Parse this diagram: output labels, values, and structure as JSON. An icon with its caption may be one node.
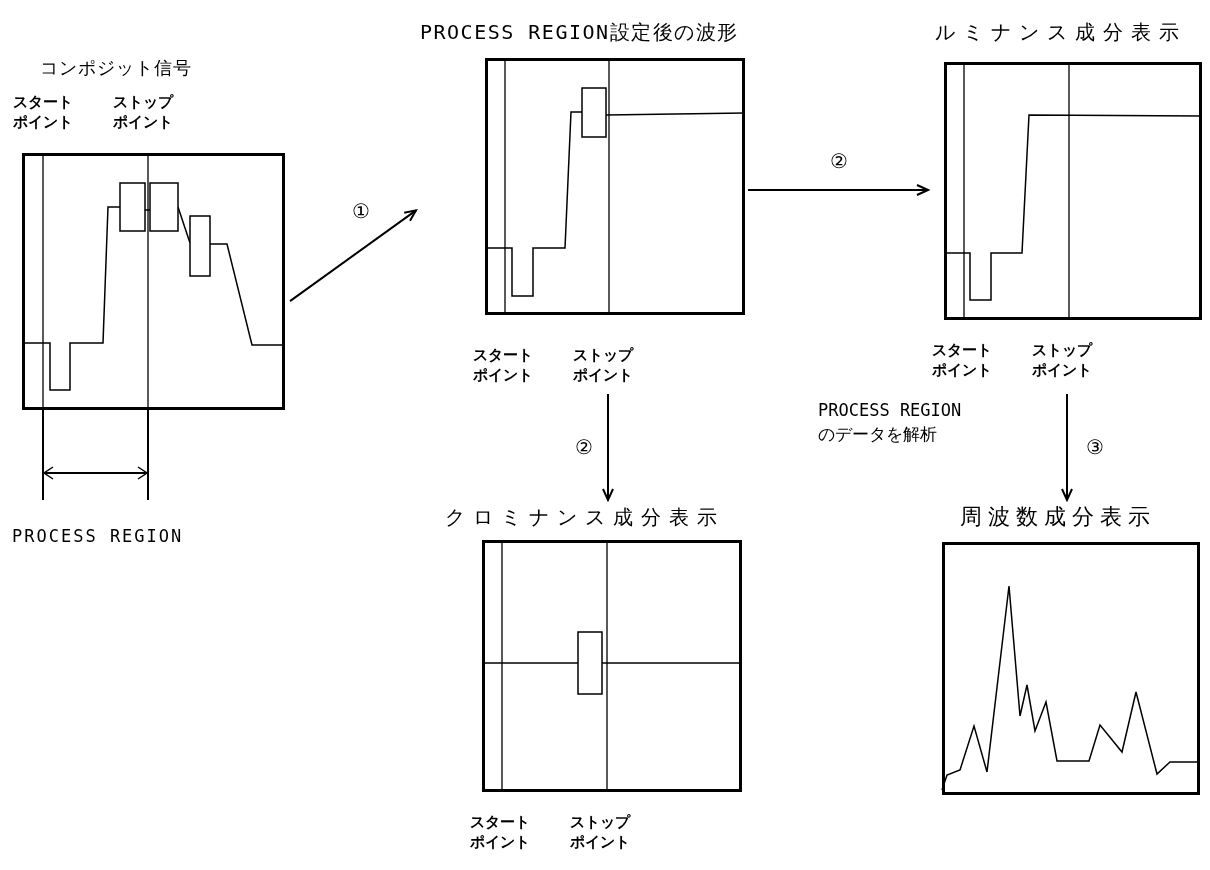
{
  "diagram": {
    "nodes": [
      {
        "text": [
          "コンポジット信号"
        ],
        "beside": [
          "スタートポイント",
          "ストップポイント"
        ]
      },
      {
        "text": [
          "PROCESS REGION設定後の波形"
        ],
        "beside": [
          "スタートポイント",
          "ストップポイント"
        ]
      },
      {
        "text": [
          "ルミナンス成分表示"
        ],
        "beside": [
          "スタートポイント",
          "ストップポイント"
        ]
      },
      {
        "text": [
          "クロミナンス成分表示"
        ],
        "beside": [
          "スタートポイント",
          "ストップポイント"
        ]
      },
      {
        "text": [
          "周波数成分表示"
        ]
      }
    ],
    "edges": [
      {
        "from": 0,
        "to": 1,
        "arrow": "to",
        "label": "①"
      },
      {
        "from": 1,
        "to": 2,
        "arrow": "to",
        "label": "②"
      },
      {
        "from": 1,
        "to": 3,
        "arrow": "to",
        "label": "②"
      },
      {
        "from": 2,
        "to": 4,
        "arrow": "to",
        "label": "③"
      }
    ],
    "labels": [
      "PROCESS REGION",
      "PROCESS REGIONのデータを解析"
    ]
  }
}
